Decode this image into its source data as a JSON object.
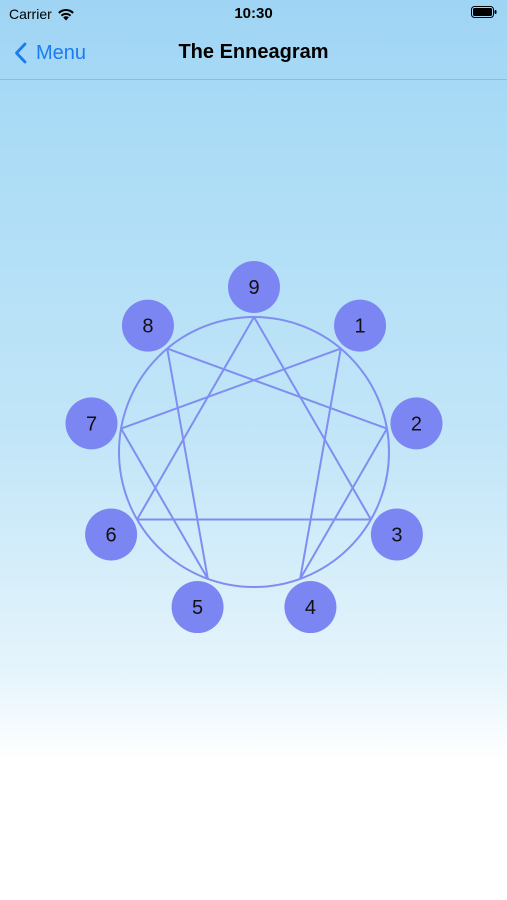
{
  "status_bar": {
    "carrier": "Carrier",
    "time": "10:30",
    "wifi_icon": "wifi-icon",
    "battery_icon": "battery-icon"
  },
  "nav": {
    "back_label": "Menu",
    "back_icon": "chevron-left-icon",
    "title": "The Enneagram"
  },
  "enneagram": {
    "circle_color": "#7f8ef0",
    "node_color": "#7c86f3",
    "line_color": "#7f8ef0",
    "nodes": [
      {
        "label": "9"
      },
      {
        "label": "1"
      },
      {
        "label": "2"
      },
      {
        "label": "3"
      },
      {
        "label": "4"
      },
      {
        "label": "5"
      },
      {
        "label": "6"
      },
      {
        "label": "7"
      },
      {
        "label": "8"
      }
    ],
    "connections": [
      [
        "9",
        "3"
      ],
      [
        "3",
        "6"
      ],
      [
        "6",
        "9"
      ],
      [
        "1",
        "4"
      ],
      [
        "4",
        "2"
      ],
      [
        "2",
        "8"
      ],
      [
        "8",
        "5"
      ],
      [
        "5",
        "7"
      ],
      [
        "7",
        "1"
      ]
    ]
  }
}
